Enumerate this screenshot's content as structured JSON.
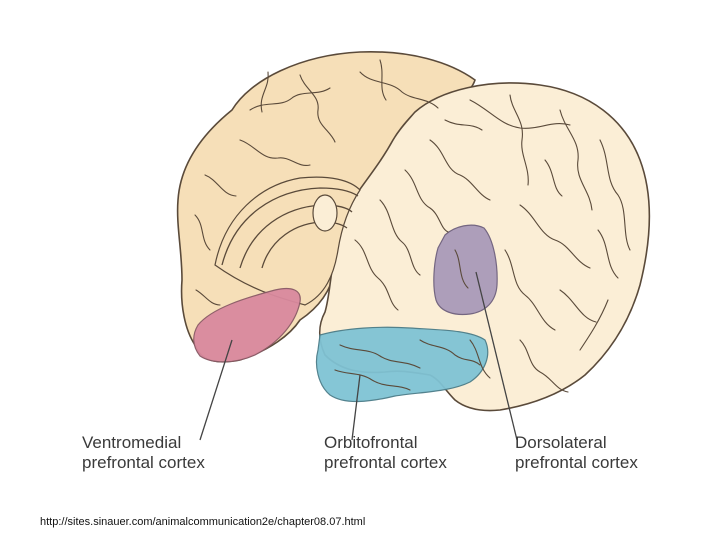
{
  "labels": {
    "ventromedial": {
      "line1": "Ventromedial",
      "line2": "prefrontal cortex"
    },
    "orbitofrontal": {
      "line1": "Orbitofrontal",
      "line2": "prefrontal cortex"
    },
    "dorsolateral": {
      "line1": "Dorsolateral",
      "line2": "prefrontal cortex"
    }
  },
  "source_url": "http://sites.sinauer.com/animalcommunication2e/chapter08.07.html",
  "colors": {
    "brain_fill": "#f6dfb8",
    "brain_light": "#fbeed6",
    "brain_outline": "#5a4a3a",
    "ventromedial": "#d9899e",
    "orbitofrontal": "#7fc3d4",
    "dorsolateral": "#a99ab9",
    "leader_line": "#444444"
  }
}
